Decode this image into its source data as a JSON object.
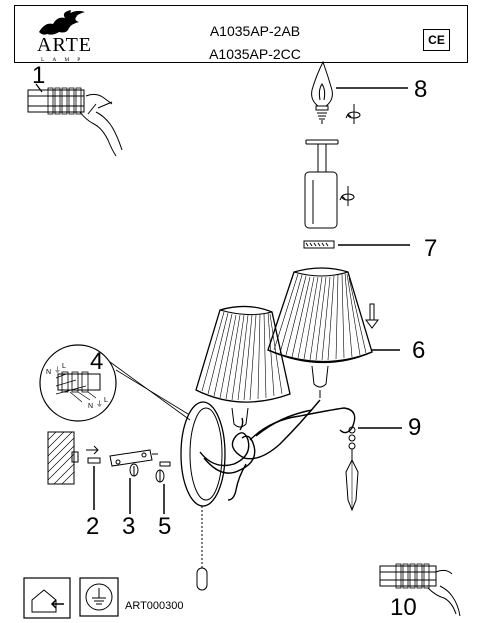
{
  "brand": {
    "name": "ARTE",
    "sub": "LAMP"
  },
  "models": [
    "A1035AP-2AB",
    "A1035AP-2CC"
  ],
  "ce_mark": "CE",
  "steps": [
    "1",
    "2",
    "3",
    "4",
    "5",
    "6",
    "7",
    "8",
    "9",
    "10"
  ],
  "terminal_labels": {
    "n": "N",
    "earth": "⏚",
    "l": "L"
  },
  "article_code": "ART000300"
}
